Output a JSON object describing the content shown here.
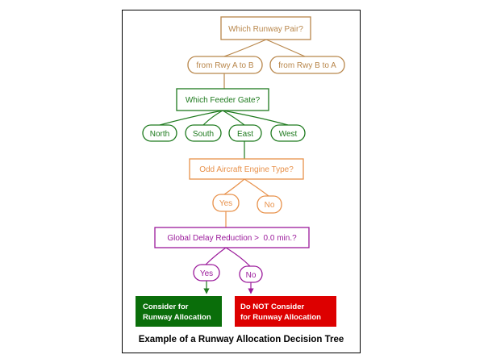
{
  "colors": {
    "tan": "#b8864a",
    "green": "#1e7a1e",
    "orange": "#e8914a",
    "magenta": "#9b1a9b",
    "consider_fill": "#0a6e0a",
    "not_consider_fill": "#dd0000",
    "caption": "#000000"
  },
  "nodes": {
    "runway_pair": "Which Runway Pair?",
    "rwy_a_to_b": "from Rwy A to B",
    "rwy_b_to_a": "from Rwy B to A",
    "feeder_gate": "Which Feeder Gate?",
    "north": "North",
    "south": "South",
    "east": "East",
    "west": "West",
    "engine_type": "Odd Aircraft Engine Type?",
    "engine_yes": "Yes",
    "engine_no": "No",
    "delay_reduction": "Global Delay Reduction >  0.0 min.?",
    "delay_yes": "Yes",
    "delay_no": "No",
    "consider_line1": "Consider for",
    "consider_line2": "Runway Allocation",
    "not_consider_line1": "Do NOT Consider",
    "not_consider_line2": "for Runway Allocation"
  },
  "caption": "Example of a Runway Allocation Decision Tree"
}
